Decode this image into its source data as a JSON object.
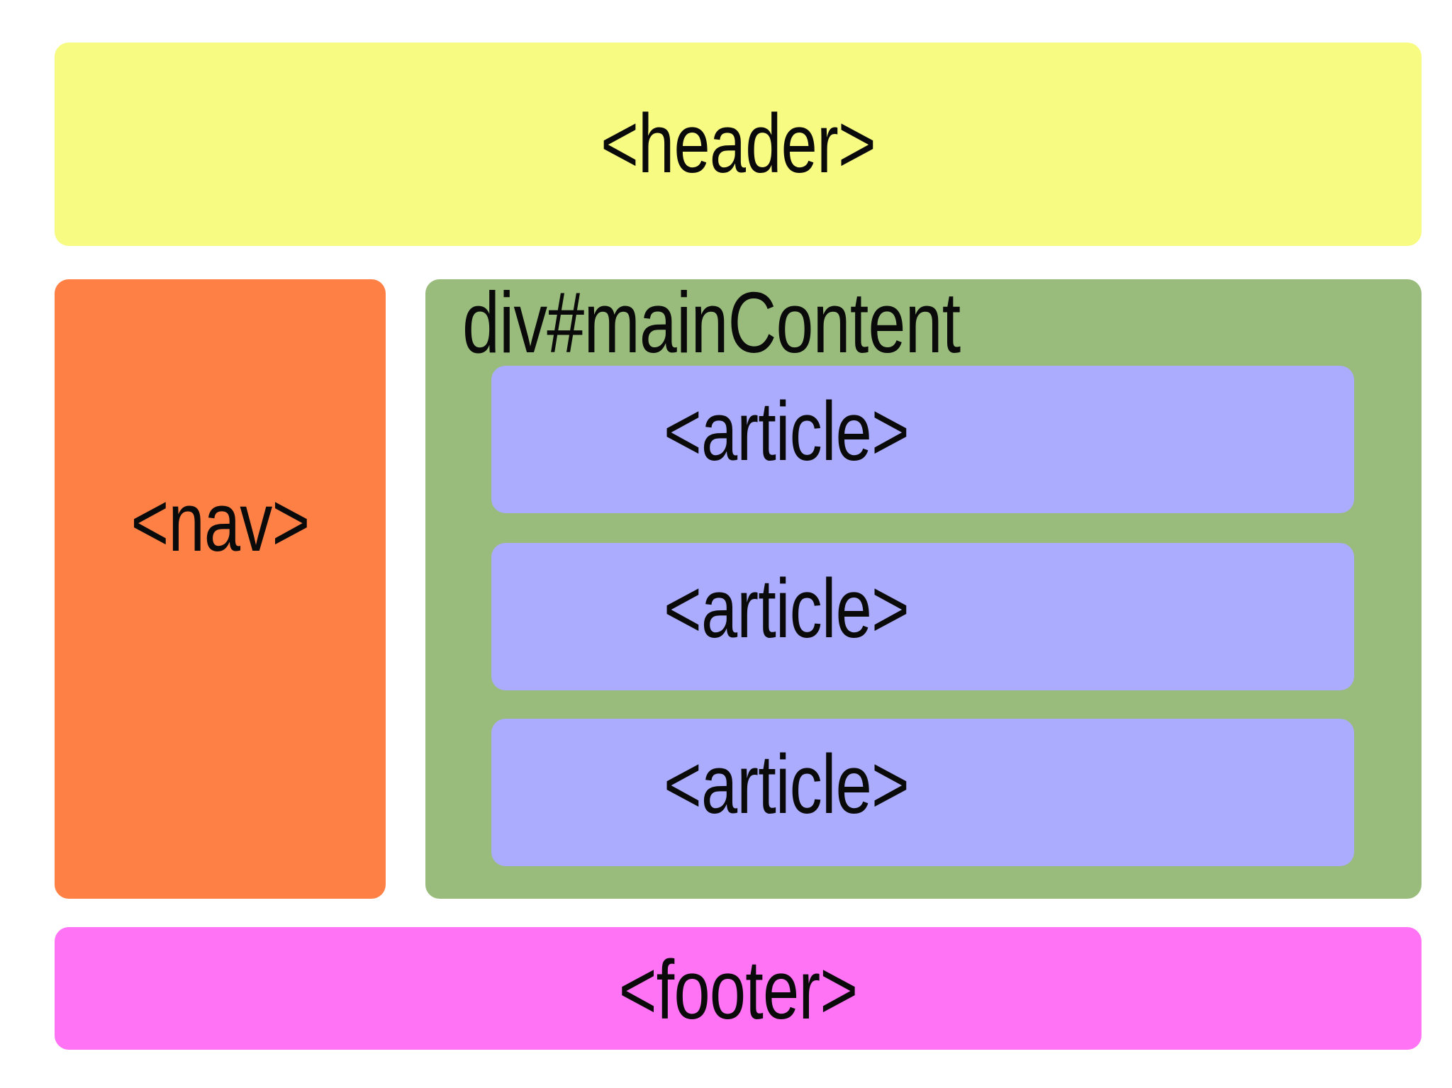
{
  "header": {
    "label": "<header>",
    "color": "#f7fb82"
  },
  "nav": {
    "label": "<nav>",
    "color": "#fe8045"
  },
  "main": {
    "label": "div#mainContent",
    "color": "#99bc7c",
    "articles": [
      {
        "label": "<article>"
      },
      {
        "label": "<article>"
      },
      {
        "label": "<article>"
      }
    ],
    "article_color": "#abacfd"
  },
  "footer": {
    "label": "<footer>",
    "color": "#ff73f4"
  }
}
